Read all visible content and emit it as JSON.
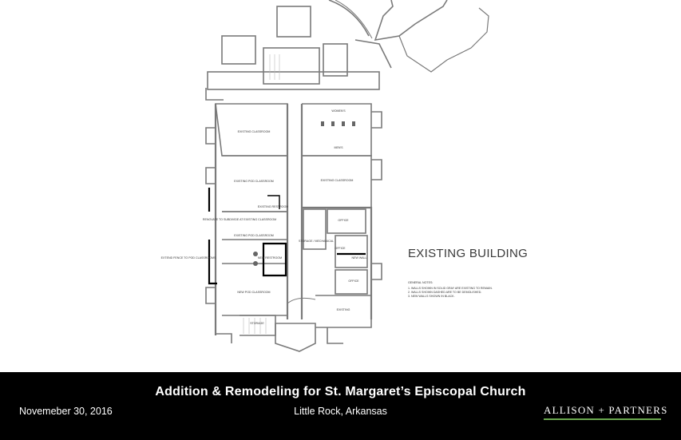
{
  "plan": {
    "heading": "EXISTING BUILDING",
    "rooms": {
      "existing_classroom_top": "EXISTING CLASSROOM",
      "existing_pod_classroom_1": "EXISTING POD CLASSROOM",
      "existing_restroom": "EXISTING RESTROOM",
      "renovate_note": "RENOVATE TO SUBDIVIDE AT EXISTING CLASSROOM",
      "existing_pod_classroom_2": "EXISTING POD CLASSROOM",
      "extend_fence": "EXTEND FENCE TO POD CLASSROOMS",
      "new_restroom": "NEW RESTROOM",
      "new_pod_classroom": "NEW POD CLASSROOM",
      "storage_bottom": "STORAGE",
      "existing_classroom_right": "EXISTING CLASSROOM",
      "storage_mechanical": "STORAGE / MECHANICAL",
      "office_1": "OFFICE",
      "office_2": "OFFICE",
      "new_wall": "NEW WALL",
      "office_3": "OFFICE",
      "existing_lower": "EXISTING",
      "womens": "WOMEN'S",
      "mens": "MEN'S"
    },
    "general_notes": {
      "title": "GENERAL NOTES:",
      "items": [
        "1.  WALLS SHOWN IN SOLID GRAY ARE EXISTING TO REMAIN.",
        "2.  WALLS SHOWN DASHED ARE TO BE DEMOLISHED.",
        "3.  NEW WALLS SHOWN IN BLACK."
      ]
    }
  },
  "footer": {
    "title": "Addition & Remodeling for St. Margaret’s Episcopal Church",
    "date": "Novemeber 30, 2016",
    "location": "Little Rock, Arkansas",
    "firm": "ALLISON + PARTNERS",
    "accent_color": "#6aa84f"
  }
}
